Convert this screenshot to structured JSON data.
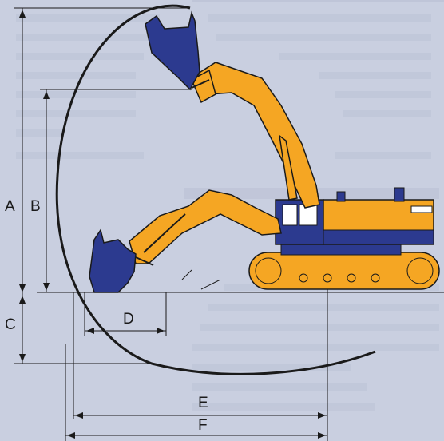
{
  "labels": {
    "a": "A",
    "b": "B",
    "c": "C",
    "d": "D",
    "e": "E",
    "f": "F"
  },
  "colors": {
    "background": "#c9cfe0",
    "arm_yellow": "#f5a623",
    "body_blue": "#2c3a8f",
    "line": "#1a1a1a"
  },
  "icons": [
    "excavator-cab",
    "digging-bucket",
    "track-undercarriage"
  ]
}
